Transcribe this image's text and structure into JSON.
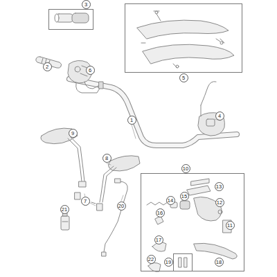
{
  "diagram": {
    "nodes": [
      {
        "text": [
          "3"
        ]
      },
      {
        "text": [
          "5"
        ]
      },
      {
        "text": [
          "10"
        ]
      },
      {
        "text": [
          "19"
        ],
        "in": 2
      }
    ],
    "labels": [
      "1",
      "2",
      "4",
      "6",
      "7",
      "8",
      "9",
      "11",
      "12",
      "13",
      "14",
      "15",
      "16",
      "17",
      "18",
      "20",
      "21",
      "22"
    ]
  }
}
